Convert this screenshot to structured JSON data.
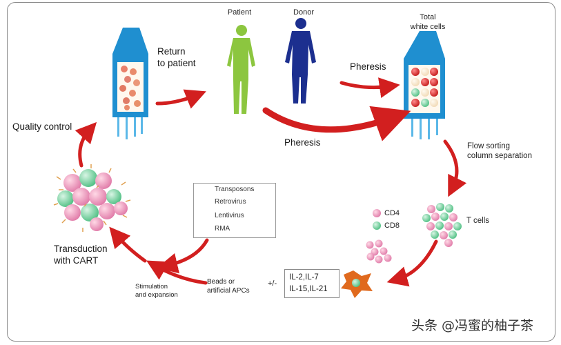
{
  "labels": {
    "patient": "Patient",
    "donor": "Donor",
    "total_white_cells": "Total\nwhite cells",
    "return_to_patient": "Return\nto patient",
    "pheresis_top": "Pheresis",
    "pheresis_bottom": "Pheresis",
    "quality_control": "Quality control",
    "flow_sorting": "Flow sorting\ncolumn separation",
    "t_cells": "T cells",
    "cd4": "CD4",
    "cd8": "CD8",
    "transduction": "Transduction\nwith CART",
    "stimulation": "Stimulation\nand expansion",
    "beads": "Beads or\nartificial  APCs",
    "plus_minus": "+/-"
  },
  "legend": {
    "transposons": "Transposons",
    "retrovirus": "Retrovirus",
    "lentivirus": "Lentivirus",
    "rma": "RMA"
  },
  "cytokines": {
    "line1": "IL-2,IL-7",
    "line2": "IL-15,IL-21"
  },
  "watermark": "头条 @冯蜜的柚子茶",
  "colors": {
    "arrow_red": "#d21f1f",
    "patient_green": "#8cc63f",
    "donor_blue": "#1c2f8f",
    "bottle_blue": "#1f8fd0",
    "cd4_pink": "#e07aa8",
    "cd8_green": "#5cc48c",
    "apc_orange": "#e06a1e"
  }
}
